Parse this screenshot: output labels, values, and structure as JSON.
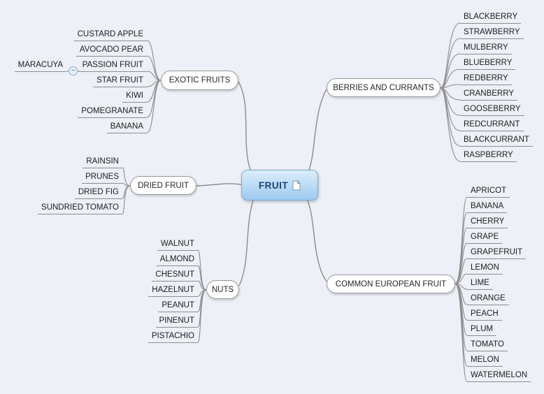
{
  "app": {
    "background": "#edf0f6"
  },
  "root": {
    "label": "FRUIT"
  },
  "branches": [
    {
      "label": "EXOTIC FRUITS",
      "children": [
        "CUSTARD APPLE",
        "AVOCADO PEAR",
        "PASSION FRUIT",
        "STAR FRUIT",
        "KIWI",
        "POMEGRANATE",
        "BANANA"
      ],
      "subtopics": [
        {
          "parent": "PASSION FRUIT",
          "label": "MARACUYA"
        }
      ]
    },
    {
      "label": "BERRIES AND CURRANTS",
      "children": [
        "BLACKBERRY",
        "STRAWBERRY",
        "MULBERRY",
        "BLUEBERRY",
        "REDBERRY",
        "CRANBERRY",
        "GOOSEBERRY",
        "REDCURRANT",
        "BLACKCURRANT",
        "RASPBERRY"
      ]
    },
    {
      "label": "DRIED FRUIT",
      "children": [
        "RAINSIN",
        "PRUNES",
        "DRIED FIG",
        "SUNDRIED TOMATO"
      ]
    },
    {
      "label": "NUTS",
      "children": [
        "WALNUT",
        "ALMOND",
        "CHESNUT",
        "HAZELNUT",
        "PEANUT",
        "PINENUT",
        "PISTACHIO"
      ]
    },
    {
      "label": "COMMON EUROPEAN FRUIT",
      "children": [
        "APRICOT",
        "BANANA",
        "CHERRY",
        "GRAPE",
        "GRAPEFRUIT",
        "LEMON",
        "LIME",
        "ORANGE",
        "PEACH",
        "PLUM",
        "TOMATO",
        "MELON",
        "WATERMELON"
      ]
    }
  ],
  "controls": {
    "collapse_glyph": "−"
  },
  "colors": {
    "connector": "#8c8c8c",
    "root_fill_top": "#dcedfb",
    "root_fill_bottom": "#9dcaf0",
    "root_border": "#7badd6",
    "root_text": "#1d4076",
    "node_border": "#979797"
  }
}
